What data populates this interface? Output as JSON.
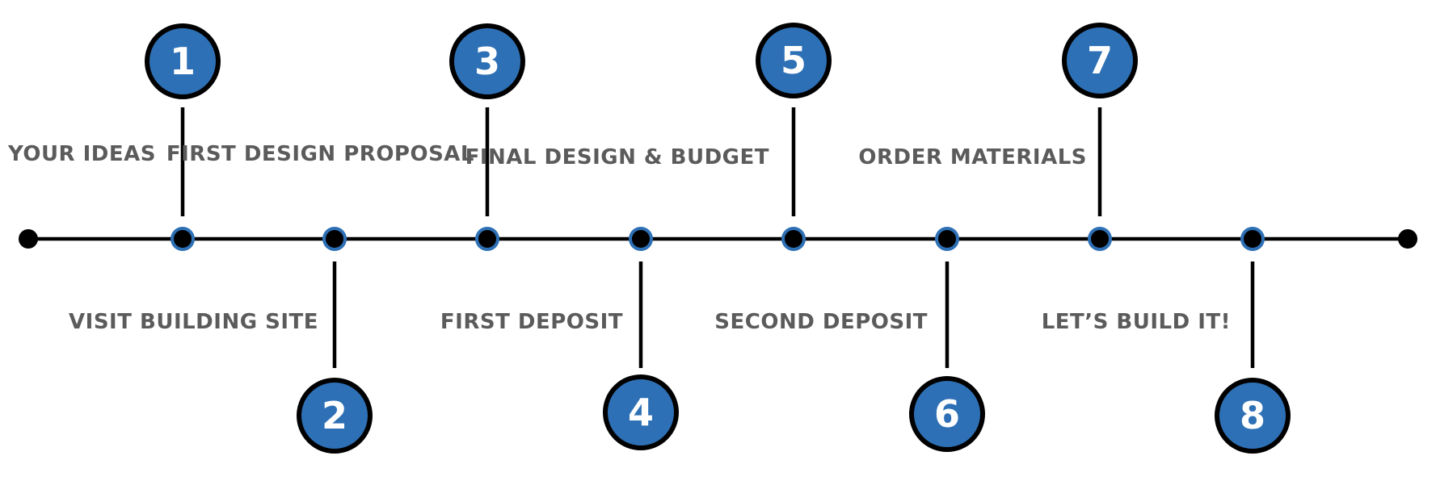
{
  "colors": {
    "badge_fill": "#2e70b5",
    "line": "#000000",
    "label_text": "#5b5b5b",
    "node_ring": "#2e70b5"
  },
  "steps": [
    {
      "number": "1",
      "label": "YOUR IDEAS",
      "side": "top"
    },
    {
      "number": "2",
      "label": "VISIT BUILDING SITE",
      "side": "bottom"
    },
    {
      "number": "3",
      "label": "FIRST DESIGN PROPOSAL",
      "side": "top"
    },
    {
      "number": "4",
      "label": "FIRST DEPOSIT",
      "side": "bottom"
    },
    {
      "number": "5",
      "label": "FINAL DESIGN & BUDGET",
      "side": "top"
    },
    {
      "number": "6",
      "label": "SECOND DEPOSIT",
      "side": "bottom"
    },
    {
      "number": "7",
      "label": "ORDER MATERIALS",
      "side": "top"
    },
    {
      "number": "8",
      "label": "LET’S BUILD IT!",
      "side": "bottom"
    }
  ]
}
